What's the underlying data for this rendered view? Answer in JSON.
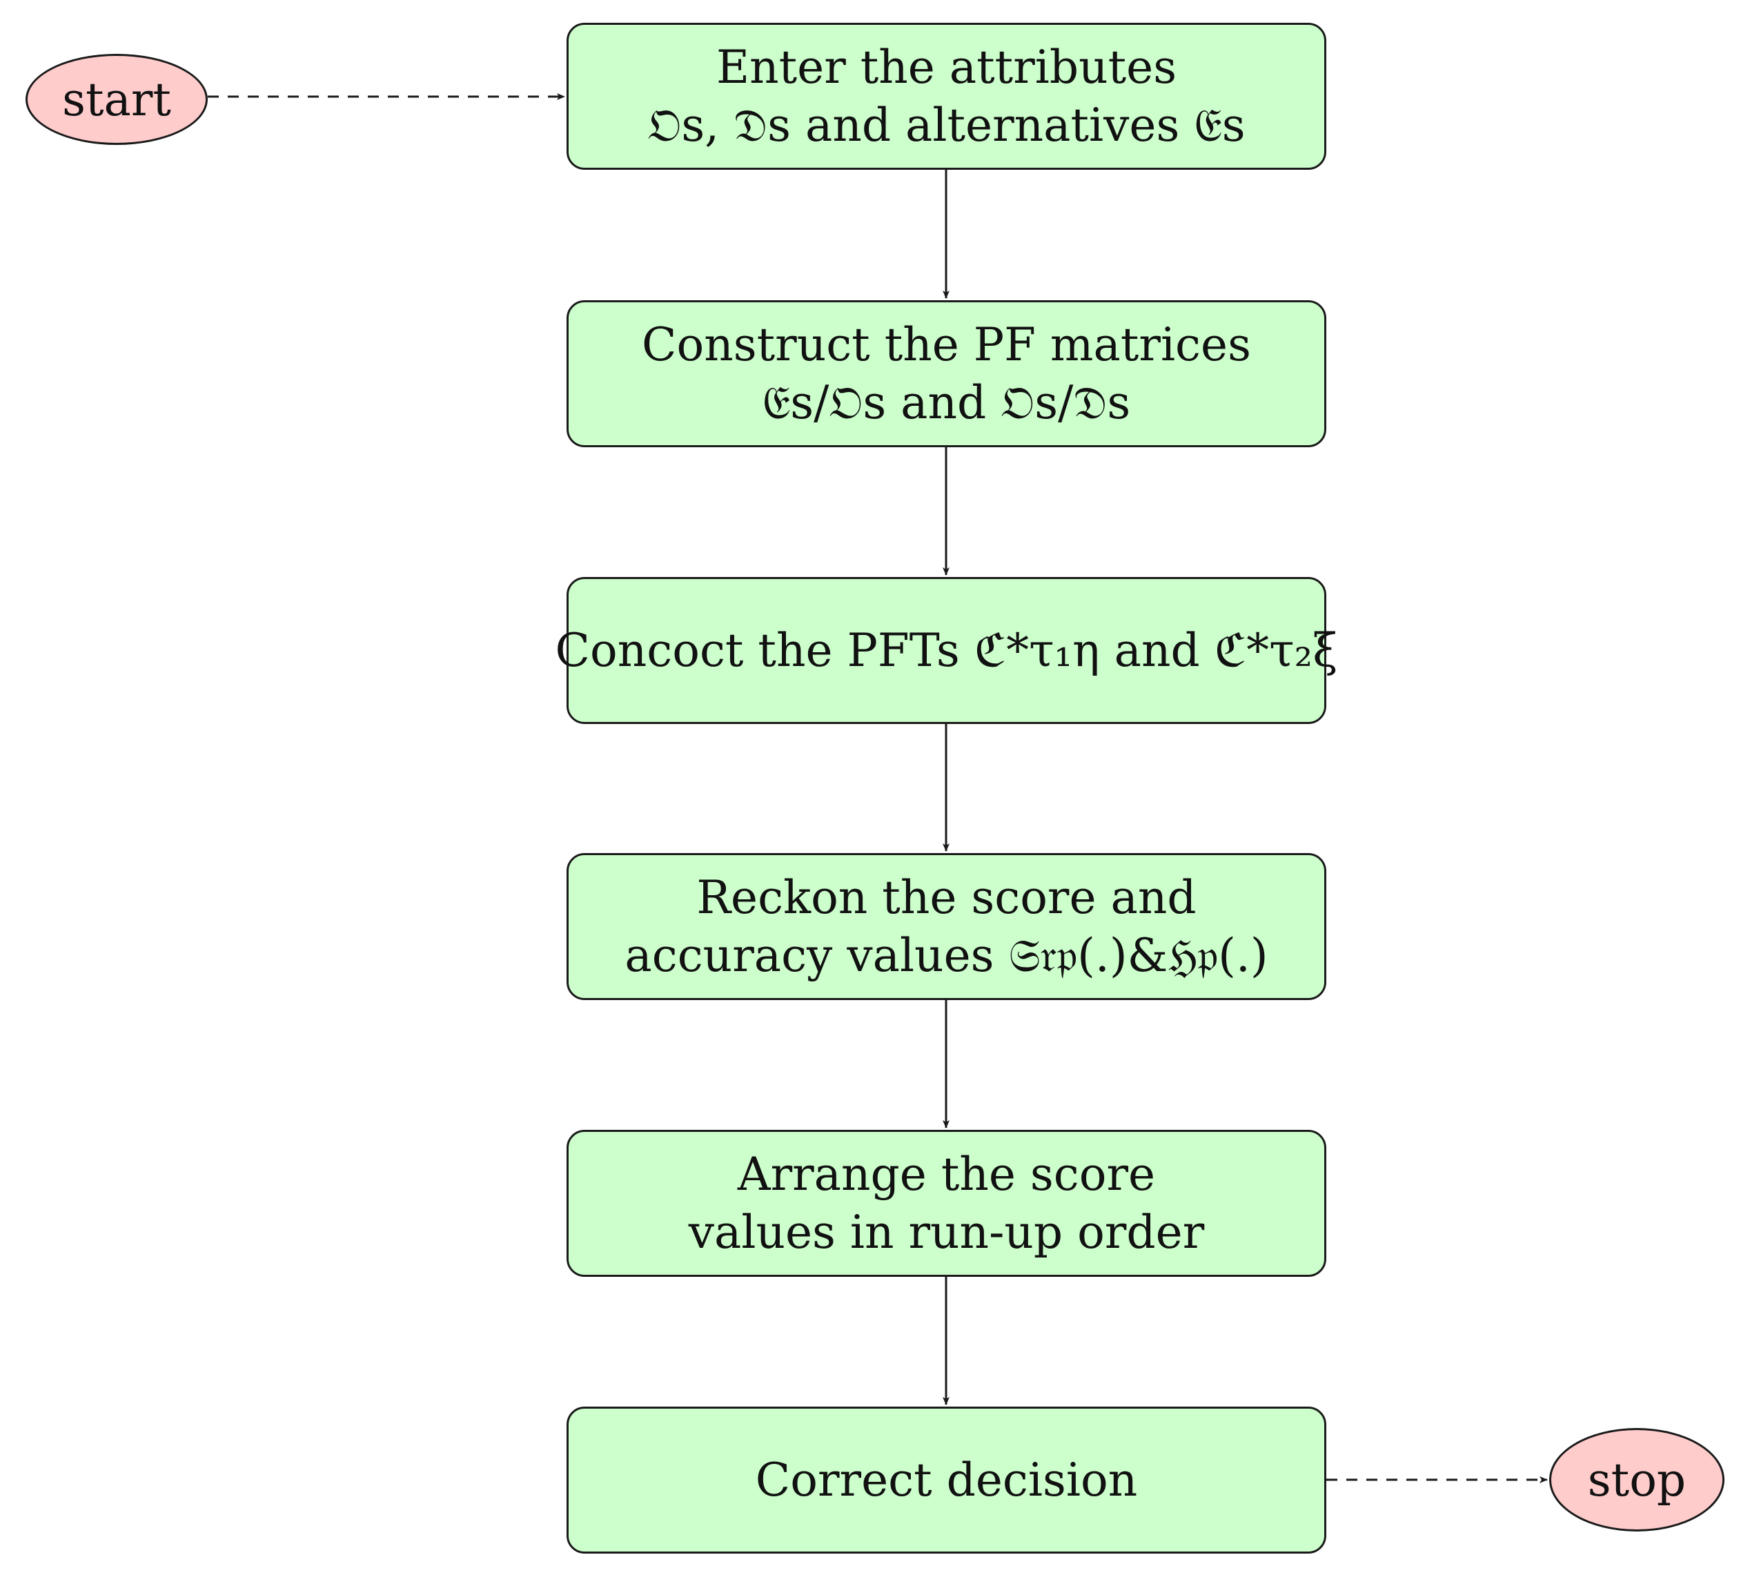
{
  "colors": {
    "process_fill": "#ccffcc",
    "terminal_fill": "#ffcccc",
    "stroke": "#1a1a1a"
  },
  "start": {
    "label": "start"
  },
  "stop": {
    "label": "stop"
  },
  "steps": [
    {
      "lines": [
        "Enter the attributes",
        "𝔒s, 𝔇s and alternatives 𝔈s"
      ]
    },
    {
      "lines": [
        "Construct the PF matrices",
        "𝔈s/𝔒s and 𝔒s/𝔇s"
      ]
    },
    {
      "lines": [
        "Concoct the PFTs ℭ*τ₁η and ℭ*τ₂ξ"
      ]
    },
    {
      "lines": [
        "Reckon the score and",
        "accuracy values 𝔖𝔯𝔭(.)&ℌ𝔭(.)"
      ]
    },
    {
      "lines": [
        "Arrange the score",
        "values in run-up order"
      ]
    },
    {
      "lines": [
        "Correct decision"
      ]
    }
  ],
  "edges": [
    {
      "from": "start",
      "to": "step-1",
      "style": "dashed"
    },
    {
      "from": "step-1",
      "to": "step-2",
      "style": "solid"
    },
    {
      "from": "step-2",
      "to": "step-3",
      "style": "solid"
    },
    {
      "from": "step-3",
      "to": "step-4",
      "style": "solid"
    },
    {
      "from": "step-4",
      "to": "step-5",
      "style": "solid"
    },
    {
      "from": "step-5",
      "to": "step-6",
      "style": "solid"
    },
    {
      "from": "step-6",
      "to": "stop",
      "style": "dashed"
    }
  ]
}
